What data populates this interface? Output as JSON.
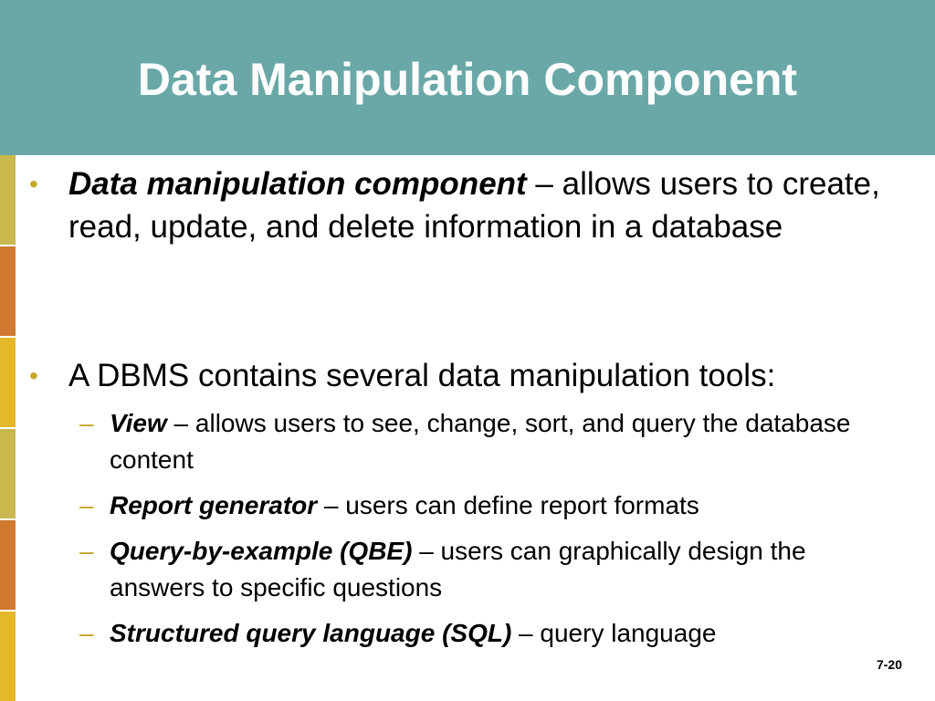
{
  "slide": {
    "title": "Data Manipulation Component",
    "page_number": "7-20"
  },
  "colors": {
    "title_bar": "#6aa8a8",
    "bullet_marker": "#c3a72e",
    "strip_olive": "#c8b84e",
    "strip_orange": "#cf7a30",
    "strip_gold": "#e5b82a"
  },
  "bullets": [
    {
      "marker": "•",
      "term": "Data manipulation component",
      "text": " – allows users to create, read, update, and delete information in a database"
    },
    {
      "marker": "•",
      "term": "",
      "text": "A DBMS contains several data manipulation tools:",
      "sub_items": [
        {
          "marker": "–",
          "term": "View",
          "text": " – allows users to see, change, sort, and query the database content"
        },
        {
          "marker": "–",
          "term": "Report generator",
          "text": " – users can define report formats"
        },
        {
          "marker": "–",
          "term": "Query-by-example (QBE)",
          "text": " – users can graphically design the answers to specific questions"
        },
        {
          "marker": "–",
          "term": "Structured query language (SQL)",
          "text": " – query language"
        }
      ]
    }
  ]
}
